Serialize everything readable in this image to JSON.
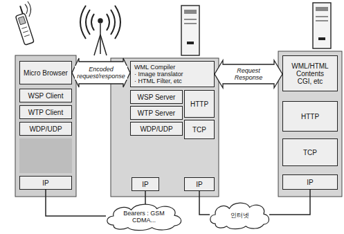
{
  "diagram": {
    "nodes": [
      {
        "text": [
          "Micro Browser"
        ]
      },
      {
        "text": [
          "WSP Client"
        ]
      },
      {
        "text": [
          "WTP Client"
        ]
      },
      {
        "text": [
          "WDP/UDP"
        ]
      },
      {
        "text": [
          "IP"
        ]
      },
      {
        "text": [
          "WML Compiler",
          "· Image translator",
          "· HTML Filter, etc"
        ]
      },
      {
        "text": [
          "WSP Server"
        ]
      },
      {
        "text": [
          "HTTP"
        ]
      },
      {
        "text": [
          "WTP Server"
        ]
      },
      {
        "text": [
          "WDP/UDP"
        ]
      },
      {
        "text": [
          "TCP"
        ]
      },
      {
        "text": [
          "IP"
        ]
      },
      {
        "text": [
          "IP"
        ]
      },
      {
        "text": [
          "WML/HTML Contents",
          "CGI, etc"
        ]
      },
      {
        "text": [
          "HTTP"
        ]
      },
      {
        "text": [
          "TCP"
        ]
      },
      {
        "text": [
          "IP"
        ]
      },
      {
        "text": [
          "Bearers : GSM CDMA..."
        ]
      },
      {
        "text": [
          "인터넷"
        ]
      }
    ],
    "edges": [
      {
        "from": 0,
        "to": 5,
        "arrow": "both",
        "label": "Encoded request/response"
      },
      {
        "from": 5,
        "to": 13,
        "arrow": "both",
        "label": "Request Response"
      },
      {
        "from": 4,
        "to": 17,
        "arrow": "none"
      },
      {
        "from": 11,
        "to": 17,
        "arrow": "none"
      },
      {
        "from": 12,
        "to": 18,
        "arrow": "none"
      },
      {
        "from": 16,
        "to": 18,
        "arrow": "none"
      }
    ]
  }
}
